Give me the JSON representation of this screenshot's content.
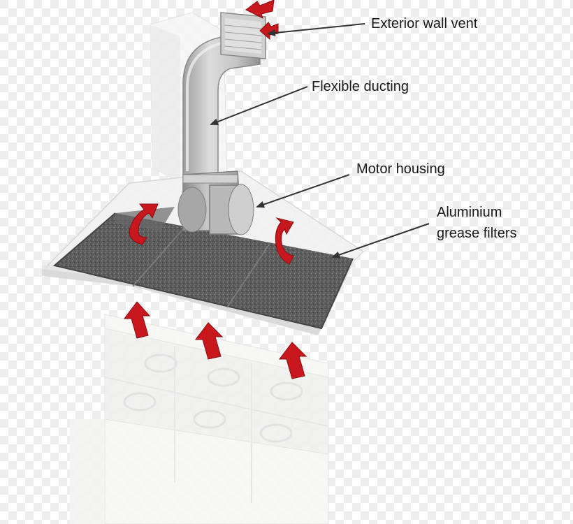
{
  "labels": {
    "exterior_vent": "Exterior wall vent",
    "flexible_ducting": "Flexible ducting",
    "motor_housing": "Motor housing",
    "filters_line1": "Aluminium",
    "filters_line2": "grease filters"
  },
  "colors": {
    "checker_light": "#ffffff",
    "checker_dark": "#eeeeee",
    "duct": "#bcbcbc",
    "hood": "#f2f2f2",
    "filter": "#5d5d5d",
    "arrow": "#c8181e",
    "leader": "#333333"
  }
}
